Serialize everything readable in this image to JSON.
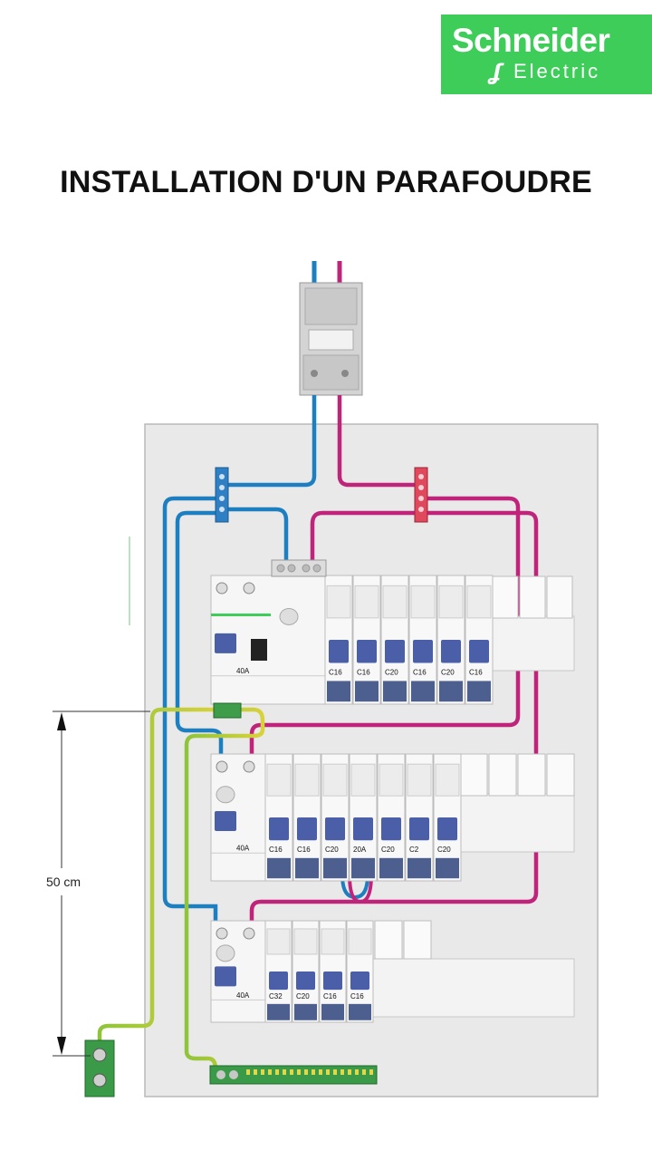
{
  "brand": {
    "name": "Schneider",
    "sub": "Electric"
  },
  "title": "INSTALLATION D'UN PARAFOUDRE",
  "dimension": {
    "label": "50 cm"
  },
  "colors": {
    "brand_green": "#3dcd58",
    "neutral_blue": "#1e7fc0",
    "phase_magenta": "#c0237a",
    "earth_green": "#8fc43a",
    "earth_yellow": "#e6d82a",
    "panel": "#e9e9e9",
    "toggle_blue": "#4a5fa8"
  },
  "rows": [
    {
      "name": "row1",
      "main_device": "40A",
      "breakers": [
        "C16",
        "C16",
        "C20",
        "C16",
        "C20",
        "C16"
      ]
    },
    {
      "name": "row2",
      "main_device": "40A",
      "breakers": [
        "C16",
        "C16",
        "C20",
        "20A",
        "C20",
        "C2",
        "C20"
      ]
    },
    {
      "name": "row3",
      "main_device": "40A",
      "breakers": [
        "C32",
        "C20",
        "C16",
        "C16"
      ]
    }
  ],
  "icons": [
    "meter-box",
    "neutral-distribution-bar",
    "phase-distribution-bar",
    "earth-terminal-bar",
    "earth-connection-block",
    "surge-protector"
  ]
}
